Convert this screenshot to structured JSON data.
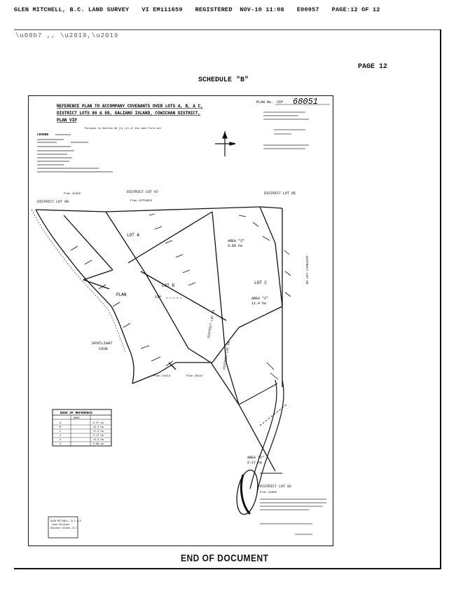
{
  "fax_header": {
    "sender": "GLEN MITCHELL, B.C. LAND SURVEY",
    "document_id": "VI EM111659",
    "registered": "REGISTERED  NOV-10 11:08",
    "number": "E00957",
    "page": "PAGE:12 OF 12"
  },
  "stamp_text": "\\u00b7 ,, \\u2019,\\u2019",
  "page_label": "PAGE 12",
  "schedule_title": "SCHEDULE \"B\"",
  "plan": {
    "title_lines": [
      "REFERENCE PLAN TO ACCOMPANY COVENANTS OVER LOTS A, B, & C,",
      "DISTRICT LOTS 86 & 89, GALIANO ISLAND, COWICHAN DISTRICT,",
      "PLAN VIP"
    ],
    "subtitle": "Pursuant to Section 99 (1) (e) of the Land Title Act",
    "plan_no_label": "PLAN No.",
    "plan_no_value": "VIP",
    "plan_no_handwritten": "68051",
    "legend_label": "LEGEND",
    "labels": {
      "district_lot_90": "DISTRICT LOT 90",
      "district_lot_87": "DISTRICT LOT 87",
      "district_lot_85": "DISTRICT LOT 85",
      "district_lot_89": "DISTRICT LOT 89",
      "district_lot_86": "DISTRICT LOT 86",
      "district_lot_84": "DISTRICT LOT 84",
      "district_lot_82": "DISTRICT LOT 82",
      "lot_a": "LOT A",
      "lot_b": "LOT B",
      "lot_c": "LOT C",
      "plan_word": "PLAN",
      "vip_word": "VIP",
      "area_3": "AREA \"3\"",
      "area_3_val": "9.89 ha",
      "area_2": "AREA \"2\"",
      "area_2_val": "11.4 ha",
      "area_1": "AREA \"1\"",
      "area_1_val": "2.17 ha",
      "spotlight_cove_1": "SPOTLIGHT",
      "spotlight_cove_2": "COVE",
      "plan_21950": "Plan 21950",
      "plan_vip54053": "Plan VIP54053",
      "plan_24413": "Plan 24413",
      "plan_26147": "Plan 26147",
      "plan_22085": "Plan 22085"
    },
    "book_of_reference": {
      "title": "BOOK OF REFERENCE",
      "header": "AREA",
      "rows": [
        {
          "lot": "A",
          "area": "9.57 ha"
        },
        {
          "lot": "B",
          "area": "12.4 ha"
        },
        {
          "lot": "C",
          "area": "17.6 ha"
        },
        {
          "lot": "1",
          "area": "2.17 ha"
        },
        {
          "lot": "2",
          "area": "11.4 ha"
        },
        {
          "lot": "3",
          "area": "9.89 ha"
        }
      ]
    },
    "surveyor_block": [
      "GLEN MITCHELL, B.C.L.S.",
      "Land Surveyor",
      "Galiano Island, B.C."
    ]
  },
  "end_of_document": "END OF DOCUMENT"
}
